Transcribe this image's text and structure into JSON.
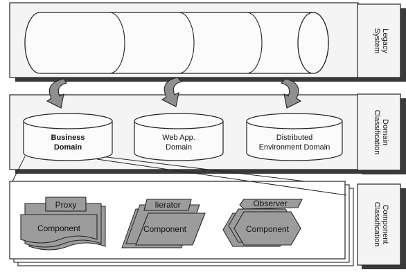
{
  "layers": [
    {
      "id": "legacy",
      "label_lines": [
        "Legacy",
        "System"
      ]
    },
    {
      "id": "domain",
      "label_lines": [
        "Domain",
        "Classification"
      ]
    },
    {
      "id": "component",
      "label_lines": [
        "Component",
        "Classification"
      ]
    }
  ],
  "domains": [
    {
      "lines": [
        "Business",
        "Domain"
      ]
    },
    {
      "lines": [
        "Web App.",
        "Domain"
      ]
    },
    {
      "lines": [
        "Distributed",
        "Environment Domain"
      ]
    }
  ],
  "components": [
    {
      "pattern": "Proxy",
      "label": "Component"
    },
    {
      "pattern": "Iierator",
      "label": "Component"
    },
    {
      "pattern": "Observer",
      "label": "Component"
    }
  ],
  "colors": {
    "panel_fill": "#f4f4f4",
    "shadow": "#3a3a3a",
    "shape_fill": "#9c9c9c",
    "arrow_fill": "#8f8f8f",
    "stroke": "#222222"
  }
}
